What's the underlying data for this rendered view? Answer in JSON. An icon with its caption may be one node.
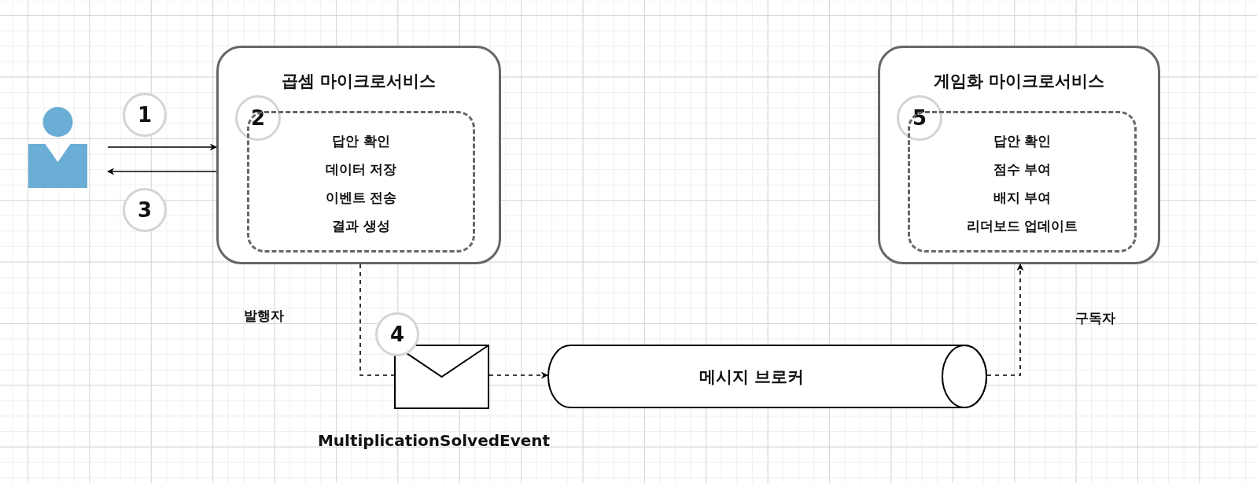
{
  "diagram": {
    "nodes": [
      {
        "text": [],
        "shape": "person"
      },
      {
        "text": [
          "1"
        ]
      },
      {
        "text": [
          "3"
        ]
      },
      {
        "text": [
          "곱셈 마이크로서비스"
        ]
      },
      {
        "text": [
          "2"
        ],
        "in": 3
      },
      {
        "text": [
          "답안 확인",
          "데이터 저장",
          "이벤트 전송",
          "결과 생성"
        ],
        "in": 3
      },
      {
        "text": [],
        "shape": "envelope",
        "beside": [
          "MultiplicationSolvedEvent"
        ]
      },
      {
        "text": [
          "4"
        ]
      },
      {
        "text": [
          "메시지 브로커"
        ]
      },
      {
        "text": [
          "게임화 마이크로서비스"
        ]
      },
      {
        "text": [
          "5"
        ],
        "in": 9
      },
      {
        "text": [
          "답안 확인",
          "점수 부여",
          "배지 부여",
          "리더보드 업데이트"
        ],
        "in": 9
      }
    ],
    "edges": [
      {
        "from": 0,
        "to": 3,
        "arrow": "to"
      },
      {
        "from": 3,
        "to": 0,
        "arrow": "to"
      },
      {
        "from": 3,
        "to": 6,
        "arrow": "none",
        "style": "dashed"
      },
      {
        "from": 6,
        "to": 8,
        "arrow": "to",
        "style": "dashed"
      },
      {
        "from": 8,
        "to": 9,
        "arrow": "to",
        "style": "dashed"
      }
    ],
    "labels": [
      "발행자",
      "구독자"
    ]
  }
}
